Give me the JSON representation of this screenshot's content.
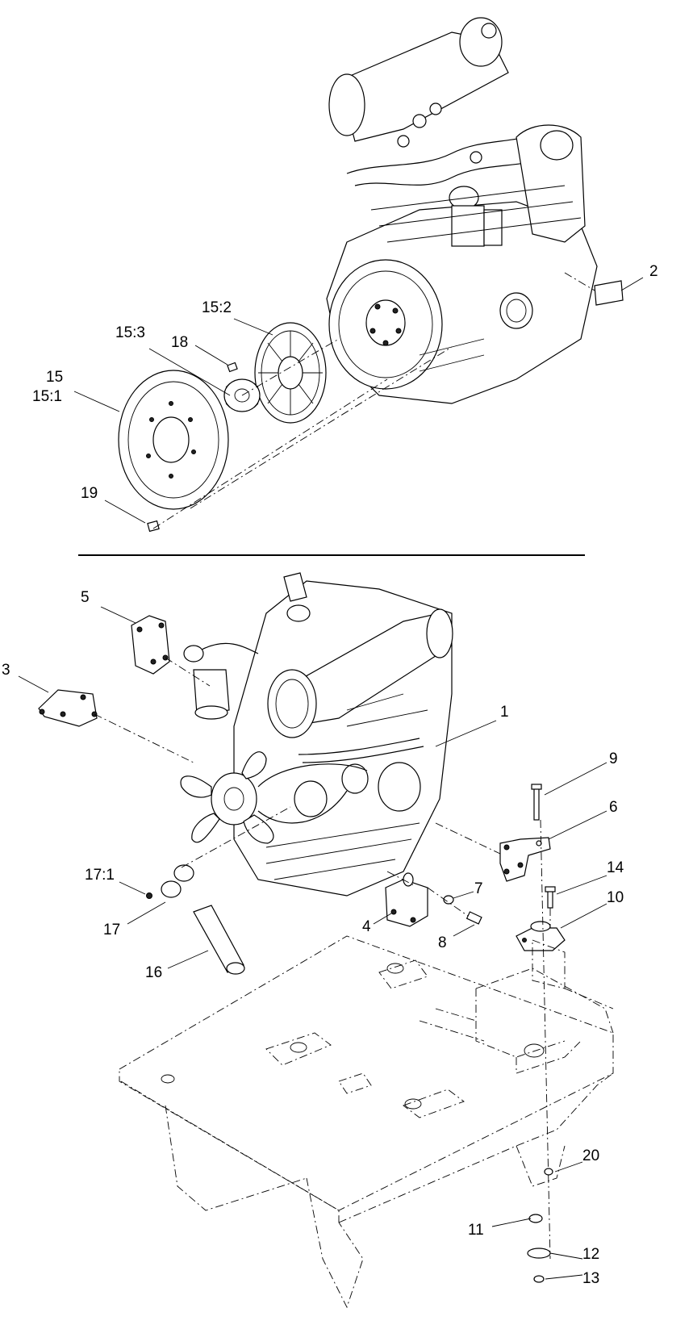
{
  "diagram": {
    "upper_callouts": [
      {
        "id": "c2",
        "label": "2"
      },
      {
        "id": "c15-2",
        "label": "15:2"
      },
      {
        "id": "c15-3",
        "label": "15:3"
      },
      {
        "id": "c18",
        "label": "18"
      },
      {
        "id": "c15",
        "label": "15"
      },
      {
        "id": "c15-1",
        "label": "15:1"
      },
      {
        "id": "c19",
        "label": "19"
      }
    ],
    "lower_callouts": [
      {
        "id": "c5",
        "label": "5"
      },
      {
        "id": "c3",
        "label": "3"
      },
      {
        "id": "c1",
        "label": "1"
      },
      {
        "id": "c9",
        "label": "9"
      },
      {
        "id": "c6",
        "label": "6"
      },
      {
        "id": "c14",
        "label": "14"
      },
      {
        "id": "c10",
        "label": "10"
      },
      {
        "id": "c7",
        "label": "7"
      },
      {
        "id": "c8",
        "label": "8"
      },
      {
        "id": "c4",
        "label": "4"
      },
      {
        "id": "c17-1",
        "label": "17:1"
      },
      {
        "id": "c17",
        "label": "17"
      },
      {
        "id": "c16",
        "label": "16"
      },
      {
        "id": "c20",
        "label": "20"
      },
      {
        "id": "c11",
        "label": "11"
      },
      {
        "id": "c12",
        "label": "12"
      },
      {
        "id": "c13",
        "label": "13"
      }
    ]
  }
}
